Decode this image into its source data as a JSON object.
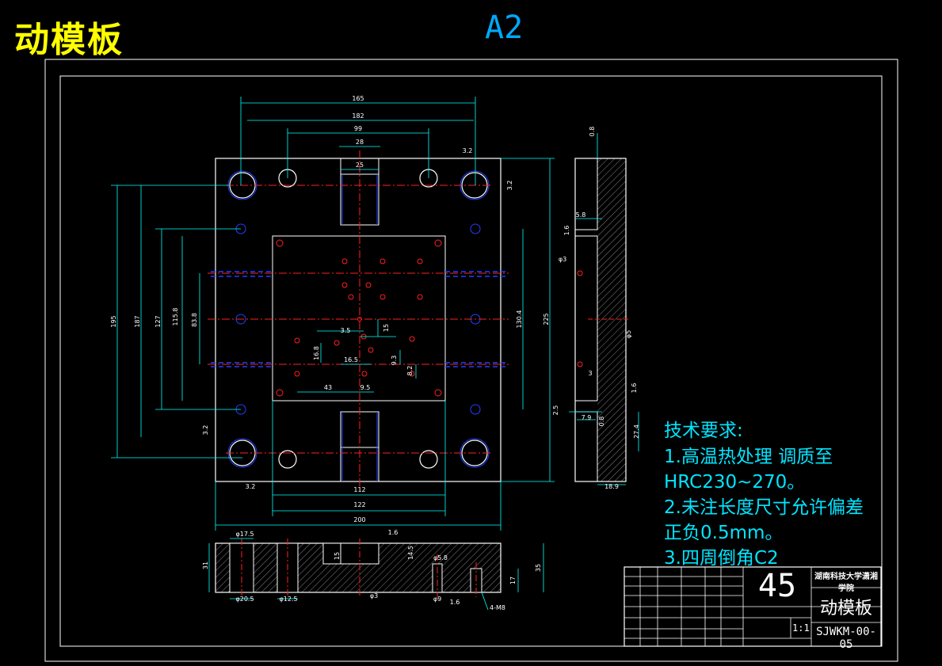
{
  "header": {
    "part_name": "动模板",
    "sheet_size": "A2"
  },
  "technical_requirements": {
    "heading": "技术要求:",
    "items": [
      "1.高温热处理 调质至",
      "HRC230~270。",
      "2.未注长度尺寸允许偏差",
      "正负0.5mm。",
      "3.四周倒角C2"
    ]
  },
  "title_block": {
    "material": "45",
    "school": "湖南科技大学潇湘学院",
    "part_name": "动模板",
    "drawing_code": "SJWKM-00-05",
    "scale": "1:1"
  },
  "dimensions": {
    "top_view": [
      "165",
      "182",
      "99",
      "28",
      "25",
      "3.2",
      "3.2",
      "195",
      "187",
      "127",
      "115.8",
      "83.8",
      "130.4",
      "225",
      "3.5",
      "15",
      "16.8",
      "16.5",
      "9.3",
      "8.2",
      "43",
      "9.5",
      "3.2",
      "3.2",
      "112",
      "122",
      "200"
    ],
    "section_view": [
      "φ17.5",
      "1.6",
      "31",
      "15",
      "14.5",
      "φ5.8",
      "35",
      "17",
      "φ20.5",
      "φ12.5",
      "φ3",
      "φ9",
      "1.6",
      "4-M8"
    ],
    "side_view": [
      "0.8",
      "5.8",
      "1.6",
      "φ3",
      "φ5",
      "3",
      "1.6",
      "2.5",
      "7.9",
      "0.8",
      "27.4",
      "18.9"
    ]
  },
  "colors": {
    "outline": "#ffffff",
    "dimension": "#00ffff",
    "centerline": "#ff2020",
    "hole": "#2040ff",
    "title": "#ffff00",
    "sheet_label": "#00a8ff",
    "tech_text": "#00e5ff"
  }
}
